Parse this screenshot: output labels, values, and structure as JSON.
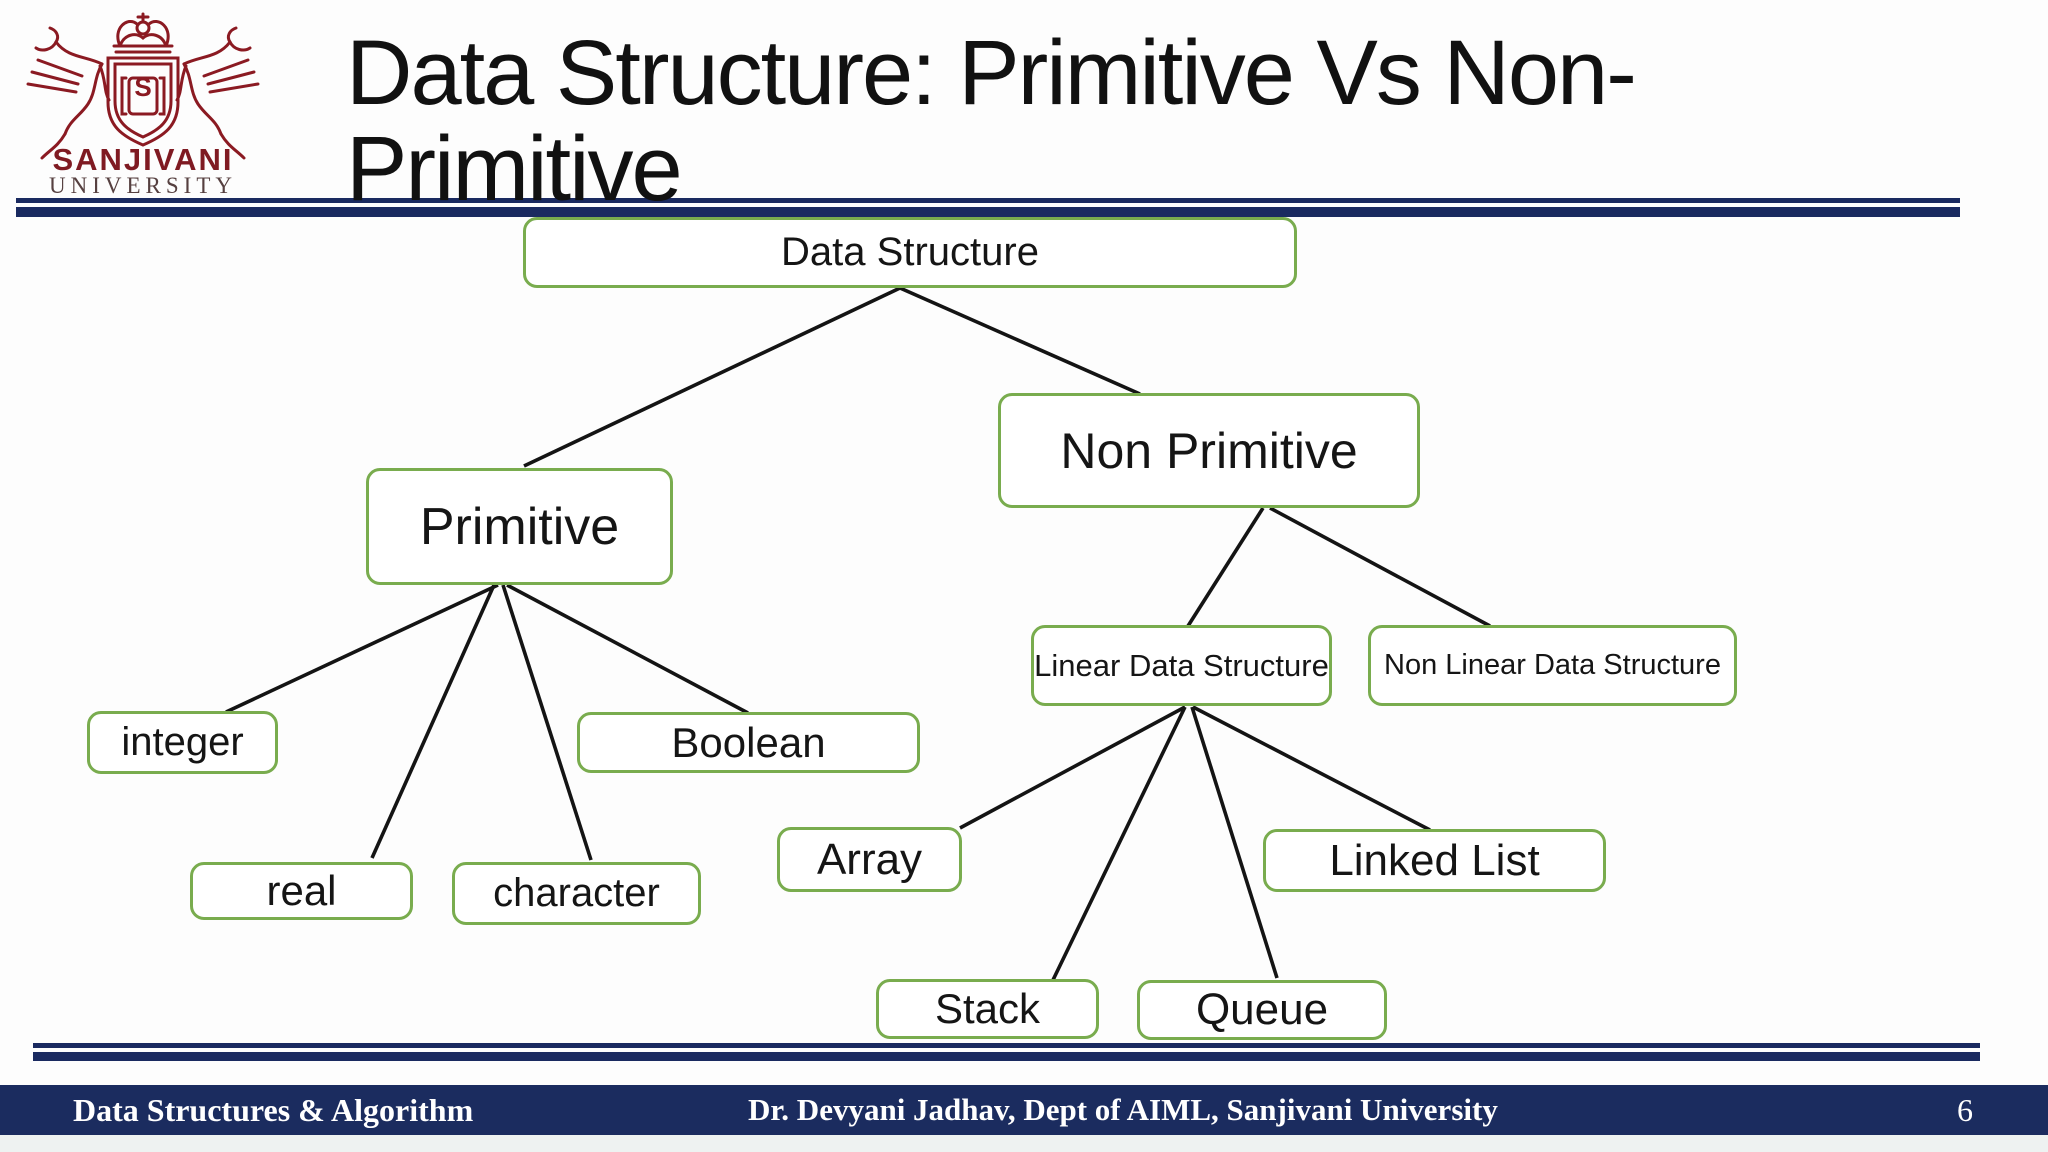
{
  "slide": {
    "title_line1": "Data Structure: Primitive Vs Non-",
    "title_line2": "Primitive",
    "page_number": "6"
  },
  "logo": {
    "name": "SANJIVANI",
    "subname": "UNIVERSITY",
    "monogram": "S"
  },
  "diagram": {
    "nodes": {
      "root": "Data Structure",
      "primitive": "Primitive",
      "non_primitive": "Non Primitive",
      "integer": "integer",
      "real": "real",
      "character": "character",
      "boolean": "Boolean",
      "linear": "Linear Data Structure",
      "non_linear": "Non Linear Data Structure",
      "array": "Array",
      "stack": "Stack",
      "queue": "Queue",
      "linked_list": "Linked List"
    },
    "edges": [
      [
        "Data Structure",
        "Primitive"
      ],
      [
        "Data Structure",
        "Non Primitive"
      ],
      [
        "Primitive",
        "integer"
      ],
      [
        "Primitive",
        "real"
      ],
      [
        "Primitive",
        "character"
      ],
      [
        "Primitive",
        "Boolean"
      ],
      [
        "Non Primitive",
        "Linear Data Structure"
      ],
      [
        "Non Primitive",
        "Non Linear Data Structure"
      ],
      [
        "Linear Data Structure",
        "Array"
      ],
      [
        "Linear Data Structure",
        "Stack"
      ],
      [
        "Linear Data Structure",
        "Queue"
      ],
      [
        "Linear Data Structure",
        "Linked List"
      ]
    ]
  },
  "footer": {
    "left": "Data Structures & Algorithm",
    "center": "Dr. Devyani Jadhav, Dept of AIML, Sanjivani University"
  },
  "colors": {
    "navy_rule": "#1a2a60",
    "footer_navy": "#1b2c5f",
    "box_green": "#79ac4e",
    "logo_maroon": "#8b1a22",
    "text_black": "#111111"
  }
}
